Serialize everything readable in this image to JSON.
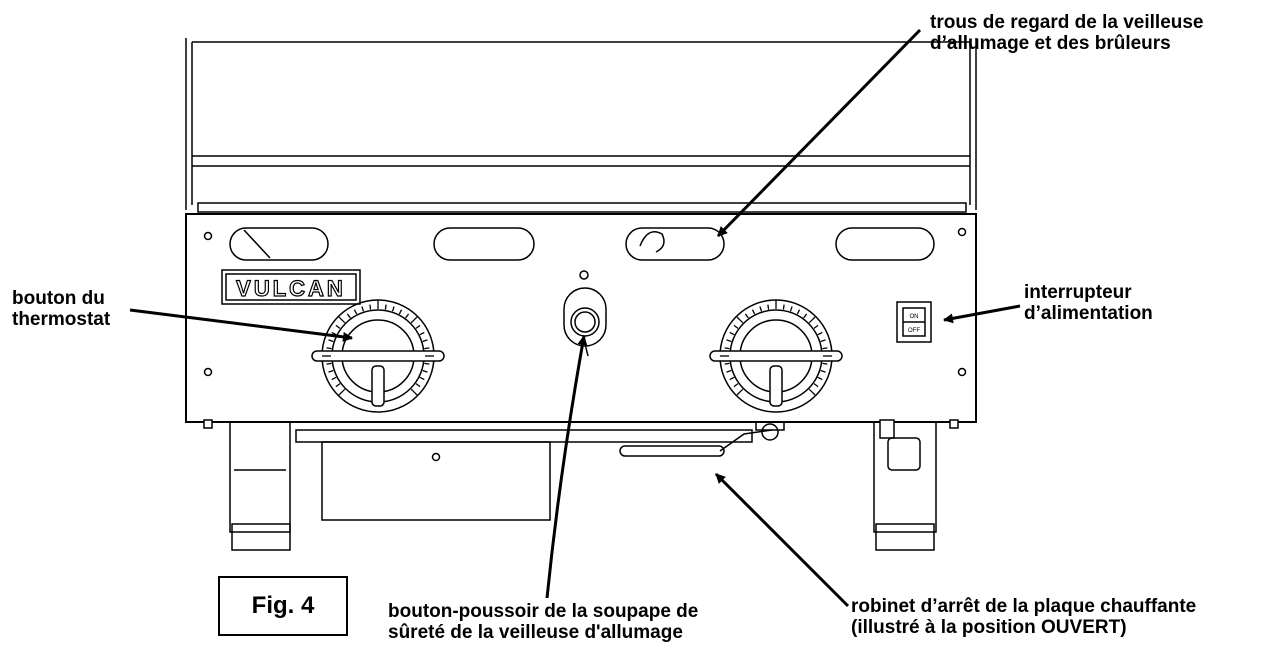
{
  "figure": {
    "label": "Fig. 4",
    "brand": "VULCAN",
    "switch_on": "ON",
    "switch_off": "OFF"
  },
  "callouts": {
    "peep_holes": {
      "line1": "trous de regard de la veilleuse",
      "line2": "d’allumage et des brûleurs"
    },
    "thermostat": {
      "line1": "bouton du",
      "line2": "thermostat"
    },
    "power_switch": {
      "line1": "interrupteur",
      "line2": "d’alimentation"
    },
    "pilot_button": {
      "line1": "bouton-poussoir de la soupape de",
      "line2": "sûreté de la veilleuse d'allumage"
    },
    "shutoff_valve": {
      "line1": "robinet d’arrêt de la plaque chauffante",
      "line2": "(illustré à la position OUVERT)"
    }
  }
}
